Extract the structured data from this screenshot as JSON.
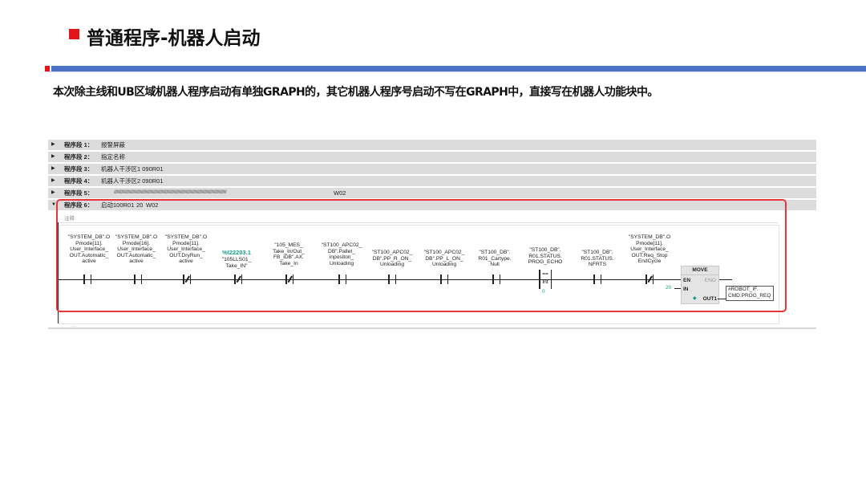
{
  "slide": {
    "title": "普通程序-机器人启动",
    "description": "本次除主线和UB区域机器人程序启动有单独GRAPH的，其它机器人程序号启动不写在GRAPH中，直接写在机器人功能块中。"
  },
  "networks": [
    {
      "label": "程序段 1：",
      "comment": "报警屏蔽"
    },
    {
      "label": "程序段 2：",
      "comment": "指定名称"
    },
    {
      "label": "程序段 3：",
      "comment": "机器人干涉区1 090R01"
    },
    {
      "label": "程序段 4：",
      "comment": "机器人干涉区2 090R01"
    },
    {
      "label": "程序段 5：",
      "comment": "////////////////////////////////////////////////////////////////////////////////////////////////////////////////////////",
      "tail": "W02"
    },
    {
      "label": "程序段 6：",
      "comment_a": "启动100R01",
      "comment_b": "20",
      "comment_c": "W02"
    }
  ],
  "network6": {
    "comment_label": "注释",
    "contacts": [
      {
        "text": "\"SYSTEM_DB\".O\nPmode[11].\nUser_Interface_\nOUT.Automatic_\nactive",
        "type": "NO"
      },
      {
        "text": "\"SYSTEM_DB\".O\nPmode[16].\nUser_Interface_\nOUT.Automatic_\nactive",
        "type": "NO"
      },
      {
        "text": "\"SYSTEM_DB\".O\nPmode[11].\nUser_Interface_\nOUT.DryRun_\nactive",
        "type": "NC"
      },
      {
        "addr": "%I22203.1",
        "text": "\"105LLS01_\nTake_IN\"",
        "type": "NC"
      },
      {
        "text": "\"105_MES_\nTake_In/Out_\nFB_iDB\".AX.\nTake_In",
        "type": "NC"
      },
      {
        "text": "\"ST100_APC02_\nDB\".Pallet_\ninpositon_\nUnloading",
        "type": "NO"
      },
      {
        "text": "\"ST100_APC02_\nDB\".PP_R_ON_\nUnloading",
        "type": "NO"
      },
      {
        "text": "\"ST100_APC02_\nDB\".PP_L_ON_\nUnloading",
        "type": "NO"
      },
      {
        "text": "\"ST100_DB\".\nR01_Cartype.\nNull",
        "type": "NO"
      },
      {
        "text": "\"ST100_DB\".\nR01.STATUS.\nPROG_ECHO",
        "type": "CMP"
      },
      {
        "text": "\"ST100_DB\".\nR01.STATUS.\nNFRTS",
        "type": "NO"
      },
      {
        "text": "\"SYSTEM_DB\".O\nPmode[11].\nUser_Interface_\nOUT.Req_Stop\nEndCycle",
        "type": "NC"
      }
    ],
    "compare": {
      "op": "==",
      "type": "Int",
      "value": "0"
    },
    "move": {
      "title": "MOVE",
      "en": "EN",
      "eno": "ENO",
      "in": "IN",
      "out": "OUT1",
      "in_value": "20",
      "out_target": "#ROBOT_IF.\nCMD.PROG_REQ"
    }
  }
}
